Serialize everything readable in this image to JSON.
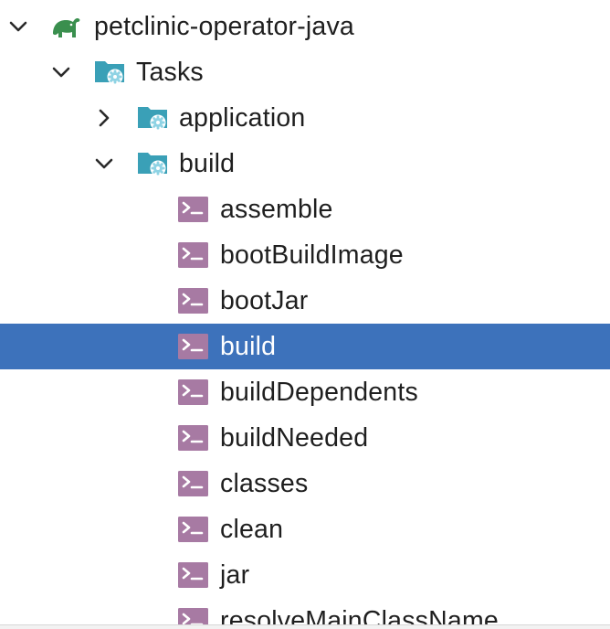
{
  "tree": {
    "project": {
      "label": "petclinic-operator-java",
      "icon": "gradle-elephant-icon",
      "expanded": true
    },
    "group": {
      "label": "Tasks",
      "icon": "folder-gear-icon",
      "expanded": true
    },
    "subgroups": [
      {
        "label": "application",
        "icon": "folder-gear-icon",
        "expanded": false
      },
      {
        "label": "build",
        "icon": "folder-gear-icon",
        "expanded": true
      }
    ],
    "tasks": [
      {
        "label": "assemble",
        "icon": "task-terminal-icon",
        "selected": false
      },
      {
        "label": "bootBuildImage",
        "icon": "task-terminal-icon",
        "selected": false
      },
      {
        "label": "bootJar",
        "icon": "task-terminal-icon",
        "selected": false
      },
      {
        "label": "build",
        "icon": "task-terminal-icon",
        "selected": true
      },
      {
        "label": "buildDependents",
        "icon": "task-terminal-icon",
        "selected": false
      },
      {
        "label": "buildNeeded",
        "icon": "task-terminal-icon",
        "selected": false
      },
      {
        "label": "classes",
        "icon": "task-terminal-icon",
        "selected": false
      },
      {
        "label": "clean",
        "icon": "task-terminal-icon",
        "selected": false
      },
      {
        "label": "jar",
        "icon": "task-terminal-icon",
        "selected": false
      },
      {
        "label": "resolveMainClassName",
        "icon": "task-terminal-icon",
        "selected": false
      }
    ]
  },
  "colors": {
    "selection": "#3d72bb",
    "folder": "#3aa0b7",
    "gear": "#8fd3e4",
    "task_icon": "#a77aa3",
    "gradle": "#3a8f4e",
    "chevron": "#2a2a2a"
  }
}
